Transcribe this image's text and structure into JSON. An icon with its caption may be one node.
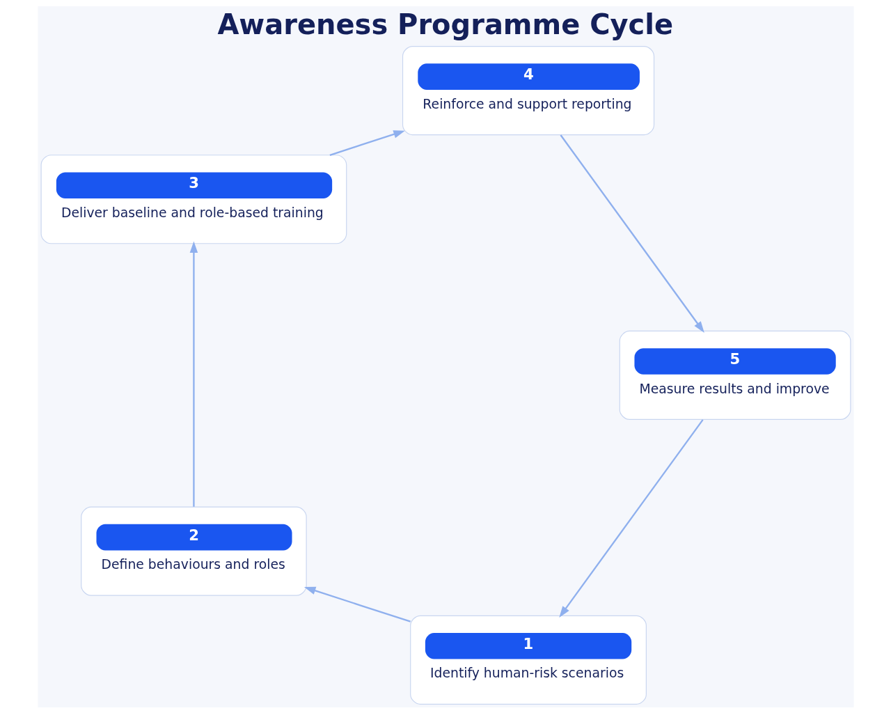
{
  "diagram": {
    "title": "Awareness Programme Cycle",
    "nodes": [
      {
        "text": [
          "1",
          "Identify human-risk scenarios"
        ]
      },
      {
        "text": [
          "2",
          "Define behaviours and roles"
        ]
      },
      {
        "text": [
          "3",
          "Deliver baseline and role-based training"
        ]
      },
      {
        "text": [
          "4",
          "Reinforce and support reporting"
        ]
      },
      {
        "text": [
          "5",
          "Measure results and improve"
        ]
      }
    ],
    "edges": [
      {
        "from": 0,
        "to": 1,
        "arrow": "to"
      },
      {
        "from": 1,
        "to": 2,
        "arrow": "to"
      },
      {
        "from": 2,
        "to": 3,
        "arrow": "to"
      },
      {
        "from": 3,
        "to": 4,
        "arrow": "to"
      },
      {
        "from": 4,
        "to": 0,
        "arrow": "to"
      }
    ]
  }
}
